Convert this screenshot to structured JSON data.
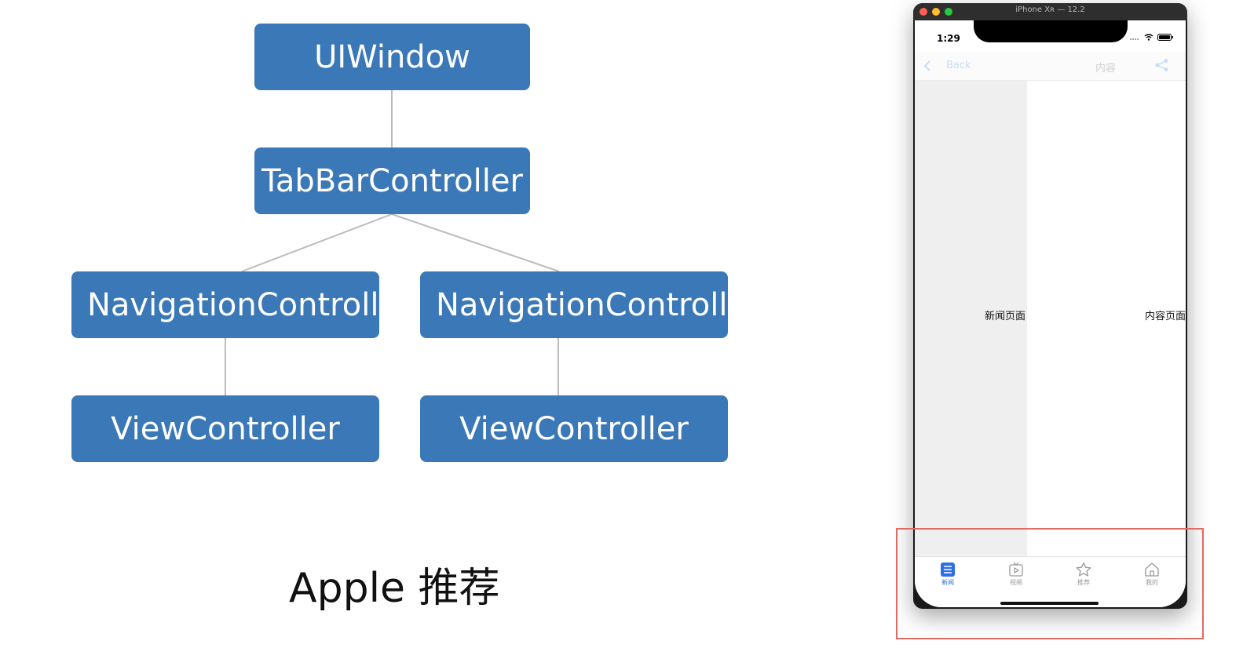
{
  "diagram": {
    "root": "UIWindow",
    "tab_bar_controller": "TabBarController",
    "nav_left": "NavigationControll",
    "nav_right": "NavigationControll",
    "vc_left": "ViewController",
    "vc_right": "ViewController",
    "node_color": "#3b78b8",
    "line_color": "#bbbbbb"
  },
  "caption": "Apple 推荐",
  "simulator": {
    "title": "iPhone Xʀ — 12.2",
    "status": {
      "time": "1:29",
      "icons": [
        "signal-icon",
        "wifi-icon",
        "battery-icon"
      ]
    },
    "navbar": {
      "back_label": "Back",
      "title": "内容",
      "icons": [
        "back-chevron-icon",
        "share-icon"
      ]
    },
    "left_pane_label": "新闻页面",
    "right_pane_label": "内容页面",
    "tabs": [
      {
        "label": "新闻",
        "icon": "news-icon",
        "selected": true
      },
      {
        "label": "视频",
        "icon": "video-icon",
        "selected": false
      },
      {
        "label": "推荐",
        "icon": "star-icon",
        "selected": false
      },
      {
        "label": "我的",
        "icon": "home-icon",
        "selected": false
      }
    ],
    "accent_color": "#2f6fe4",
    "highlight_color": "#e06a64"
  }
}
